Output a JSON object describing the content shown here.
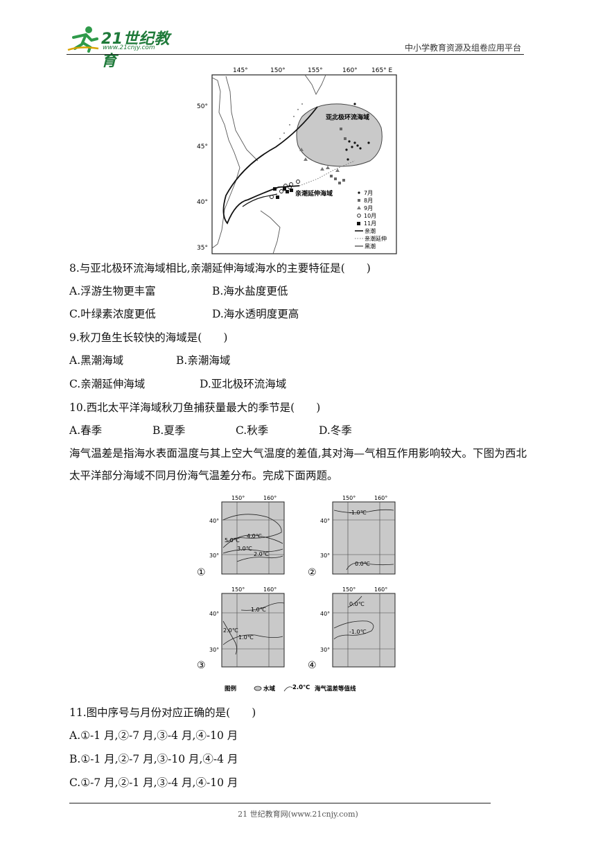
{
  "header": {
    "logo_main": "21世纪教育",
    "logo_url": "www.21cnjy.com",
    "platform": "中小学教育资源及组卷应用平台"
  },
  "map1": {
    "lon_labels": [
      "145°",
      "150°",
      "155°",
      "160°",
      "165° E"
    ],
    "lat_labels": [
      "50°",
      "45°",
      "40°",
      "35°"
    ],
    "region_label_1": "亚北极环流海域",
    "region_label_2": "亲潮延伸海域",
    "legend": [
      "7月",
      "8月",
      "9月",
      "10月",
      "11月",
      "亲潮",
      "亲潮延伸",
      "黑潮"
    ]
  },
  "q8": {
    "stem": "8.与亚北极环流海域相比,亲潮延伸海域海水的主要特征是(　　)",
    "a": "A.浮游生物更丰富",
    "b": "B.海水盐度更低",
    "c": "C.叶绿素浓度更低",
    "d": "D.海水透明度更高"
  },
  "q9": {
    "stem": "9.秋刀鱼生长较快的海域是(　　)",
    "a": "A.黑潮海域",
    "b": "B.亲潮海域",
    "c": "C.亲潮延伸海域",
    "d": "D.亚北极环流海域"
  },
  "q10": {
    "stem": "10.西北太平洋海域秋刀鱼捕获量最大的季节是(　　)",
    "a": "A.春季",
    "b": "B.夏季",
    "c": "C.秋季",
    "d": "D.冬季"
  },
  "intro": "海气温差是指海水表面温度与其上空大气温度的差值,其对海—气相互作用影响较大。下图为西北太平洋部分海域不同月份海气温差分布。完成下面两题。",
  "map2": {
    "lon_labels": [
      "150°",
      "160°"
    ],
    "lat_labels": [
      "40°",
      "30°"
    ],
    "panel_nums": [
      "①",
      "②",
      "③",
      "④"
    ],
    "p1_labels": [
      "4.0℃",
      "5.0℃",
      "3.0℃",
      "2.0℃"
    ],
    "p2_labels": [
      "-1.0℃",
      "0.0℃"
    ],
    "p3_labels": [
      "1.0℃",
      "2.0℃",
      "1.0℃"
    ],
    "p4_labels": [
      "0.0℃",
      "-1.0℃"
    ],
    "legend_title": "图例",
    "legend_water": "水域",
    "legend_iso_value": "2.0℃",
    "legend_iso_text": "海气温差等值线"
  },
  "q11": {
    "stem": "11.图中序号与月份对应正确的是(　　)",
    "a": "A.①-1 月,②-7 月,③-4 月,④-10 月",
    "b": "B.①-1 月,②-7 月,③-10 月,④-4 月",
    "c": "C.①-7 月,②-1 月,③-4 月,④-10 月"
  },
  "footer": "21 世纪教育网(www.21cnjy.com)",
  "colors": {
    "logo_green": "#1f7a3a",
    "map_gray": "#c9c9c9"
  }
}
